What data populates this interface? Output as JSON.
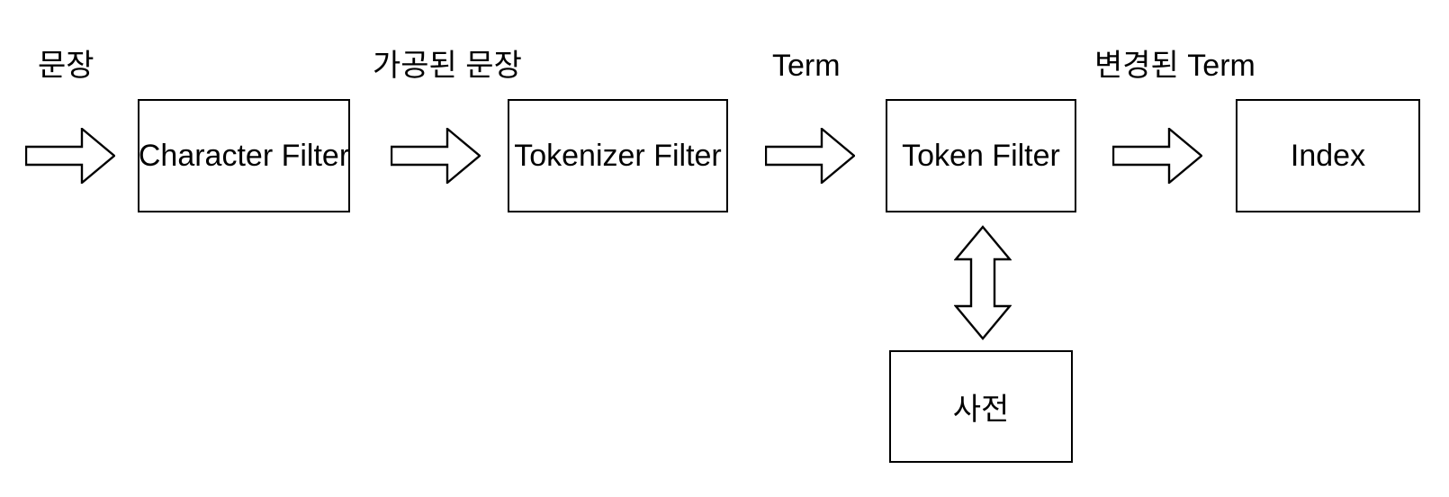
{
  "diagram": {
    "type": "flow",
    "stages": [
      {
        "input_label": "문장",
        "box_label": "Character Filter"
      },
      {
        "input_label": "가공된 문장",
        "box_label": "Tokenizer Filter"
      },
      {
        "input_label": "Term",
        "box_label": "Token Filter"
      },
      {
        "input_label": "변경된 Term",
        "box_label": "Index"
      }
    ],
    "side_box": {
      "label": "사전",
      "connected_to": "Token Filter",
      "connection": "bidirectional-arrow"
    },
    "colors": {
      "stroke": "#000000",
      "fill": "#ffffff",
      "text": "#000000",
      "background": "#ffffff"
    }
  }
}
